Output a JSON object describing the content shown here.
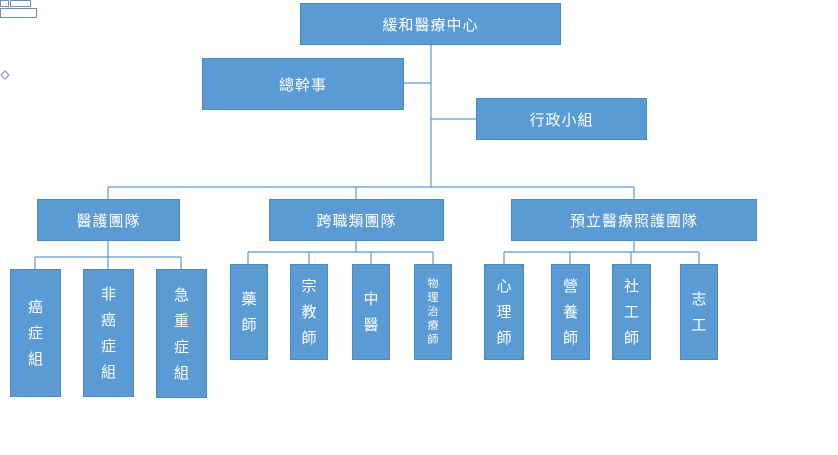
{
  "colors": {
    "box": "#5b9bd5",
    "border": "#4a89c4",
    "text": "#ffffff",
    "line": "#5b9bd5"
  },
  "root": {
    "label": "緩和醫療中心"
  },
  "staff": [
    {
      "label": "總幹事"
    },
    {
      "label": "行政小組"
    }
  ],
  "teams": [
    {
      "label": "醫護團隊",
      "members": [
        {
          "label": "癌\n症\n組"
        },
        {
          "label": "非\n癌\n症\n組"
        },
        {
          "label": "急\n重\n症\n組"
        }
      ]
    },
    {
      "label": "跨職類團隊",
      "members": [
        {
          "label": "藥\n師"
        },
        {
          "label": "宗\n教\n師"
        },
        {
          "label": "中\n醫"
        },
        {
          "label": "物\n理\n治\n療\n師"
        }
      ]
    },
    {
      "label": "預立醫療照護團隊",
      "members": [
        {
          "label": "心\n理\n師"
        },
        {
          "label": "營\n養\n師"
        },
        {
          "label": "社\n工\n師"
        },
        {
          "label": "志\n工"
        }
      ]
    }
  ]
}
